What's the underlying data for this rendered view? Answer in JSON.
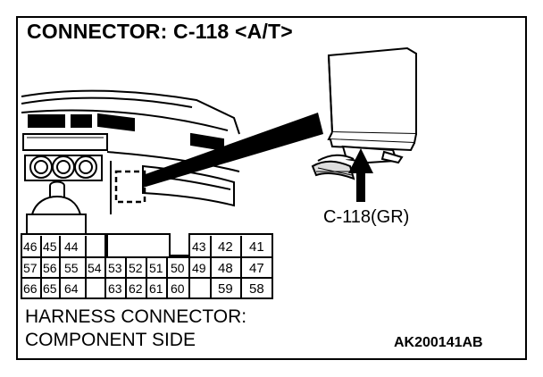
{
  "title": "CONNECTOR: C-118 <A/T>",
  "callout_label": "C-118(GR)",
  "harness_line1": "HARNESS CONNECTOR:",
  "harness_line2": "COMPONENT SIDE",
  "figure_code": "AK200141AB",
  "icons": [
    "vehicle-dashboard-illustration",
    "component-module-illustration",
    "arrow-up-icon",
    "connector-face-icon"
  ],
  "pins": {
    "r1_46": "46",
    "r1_45": "45",
    "r1_44": "44",
    "r1_43": "43",
    "r1_42": "42",
    "r1_41": "41",
    "r2_57": "57",
    "r2_56": "56",
    "r2_55": "55",
    "r2_54": "54",
    "r2_53": "53",
    "r2_52": "52",
    "r2_51": "51",
    "r2_50": "50",
    "r2_49": "49",
    "r2_48": "48",
    "r2_47": "47",
    "r3_66": "66",
    "r3_65": "65",
    "r3_64": "64",
    "r3_63": "63",
    "r3_62": "62",
    "r3_61": "61",
    "r3_60": "60",
    "r3_59": "59",
    "r3_58": "58"
  }
}
